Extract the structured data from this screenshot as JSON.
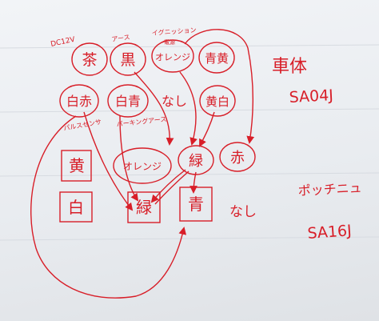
{
  "ink_color": "#d81e28",
  "paper_color": "#eceef1",
  "header_labels": {
    "dc12v": "DC12V",
    "earth_top": "アース",
    "ignition": "イグニッション",
    "ignition_sub": "電源"
  },
  "circles": {
    "brown": "茶",
    "black": "黒",
    "orange_top": "オレンジ",
    "blue_yellow": "青黄",
    "white_red": "白赤",
    "white_blue": "白青",
    "nashi_mid": "なし",
    "yellow_white": "黄白",
    "orange_mid": "オレンジ",
    "green_mid": "緑",
    "red": "赤"
  },
  "sublabels": {
    "pulse_sensor": "パルスセンサ",
    "parking_earth": "パーキングアース"
  },
  "boxes": {
    "yellow": "黄",
    "white": "白",
    "green_box": "緑",
    "blue_box": "青"
  },
  "nashi_bottom": "なし",
  "right_notes": {
    "body_label": "車体",
    "body_model": "SA04J",
    "pochi_label": "ポッチニュ",
    "pochi_model": "SA16J"
  }
}
